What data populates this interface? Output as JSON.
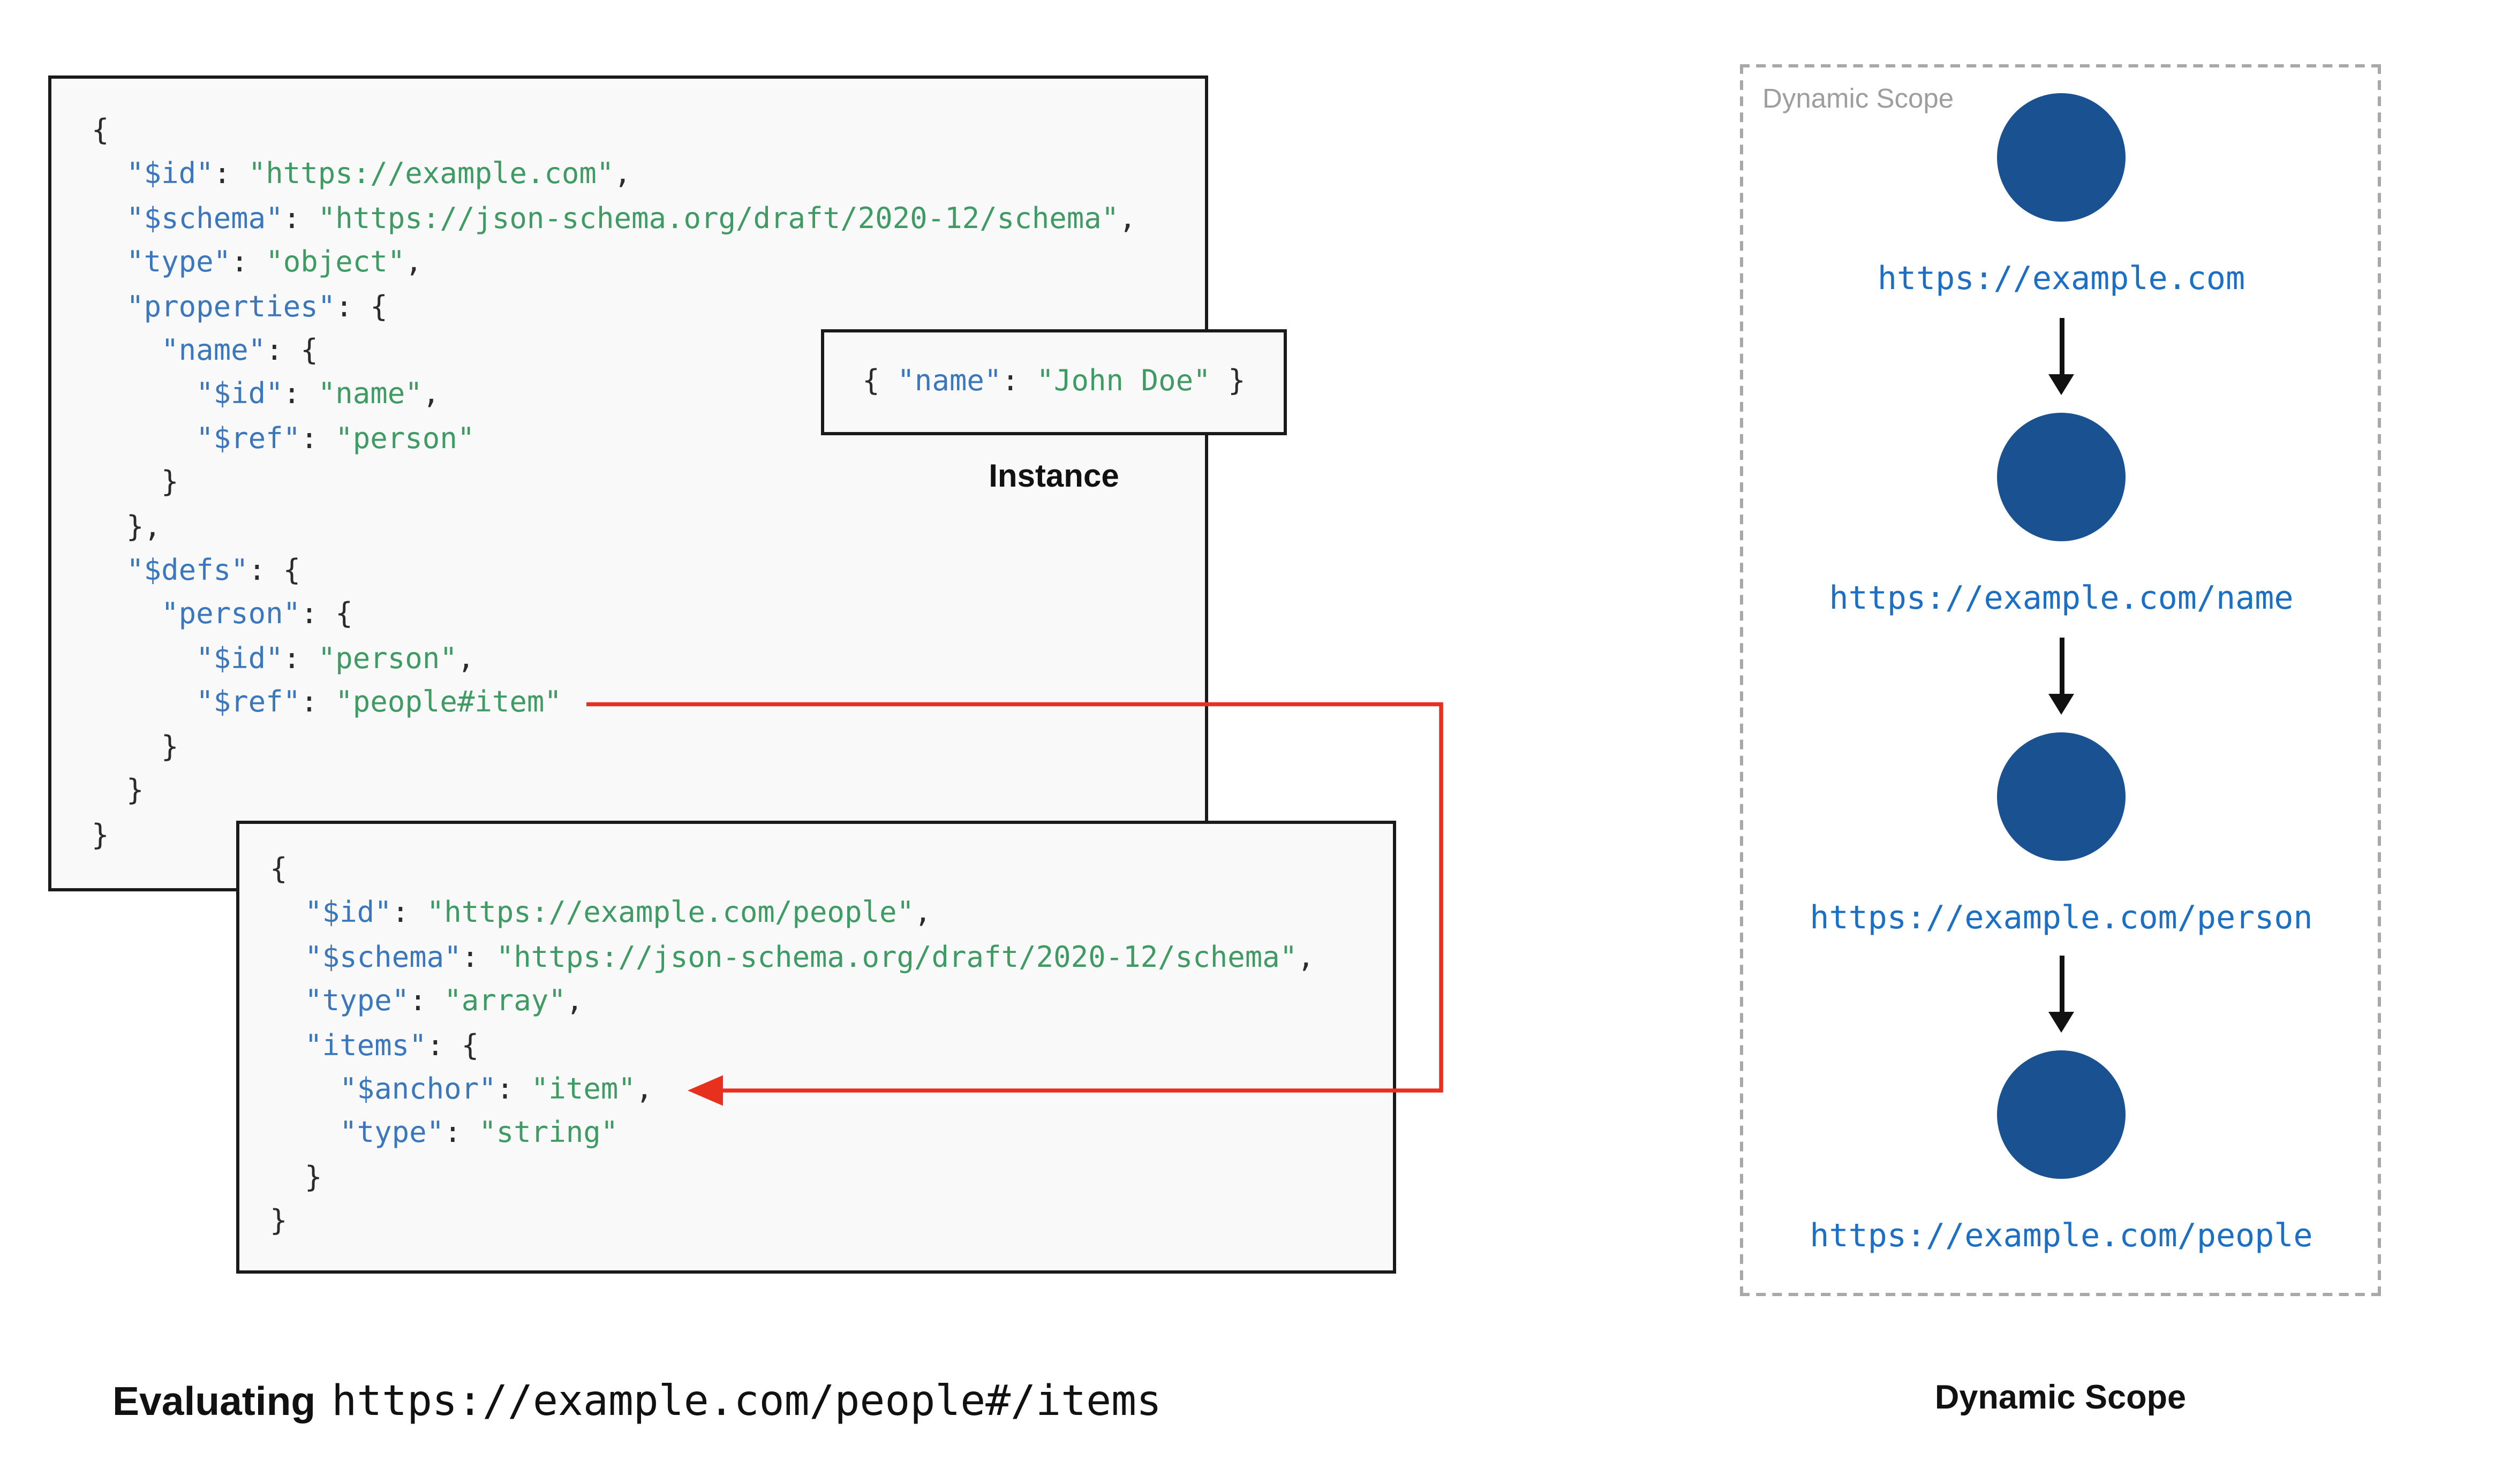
{
  "colors": {
    "key": "#3b77bd",
    "string": "#3f9b63",
    "plain": "#2b2b2b",
    "node_fill": "#1a5291",
    "node_label": "#1d6fc4",
    "ref_arrow": "#e8301f",
    "flow_arrow": "#111111",
    "box_border": "#1a1a1a",
    "box_bg": "#f9f9f9"
  },
  "root_schema": {
    "lines": [
      [
        [
          "p",
          "{"
        ]
      ],
      [
        [
          "p",
          "  "
        ],
        [
          "k",
          "\"$id\""
        ],
        [
          "p",
          ": "
        ],
        [
          "s",
          "\"https://example.com\""
        ],
        [
          "p",
          ","
        ]
      ],
      [
        [
          "p",
          "  "
        ],
        [
          "k",
          "\"$schema\""
        ],
        [
          "p",
          ": "
        ],
        [
          "s",
          "\"https://json-schema.org/draft/2020-12/schema\""
        ],
        [
          "p",
          ","
        ]
      ],
      [
        [
          "p",
          "  "
        ],
        [
          "k",
          "\"type\""
        ],
        [
          "p",
          ": "
        ],
        [
          "s",
          "\"object\""
        ],
        [
          "p",
          ","
        ]
      ],
      [
        [
          "p",
          "  "
        ],
        [
          "k",
          "\"properties\""
        ],
        [
          "p",
          ": {"
        ]
      ],
      [
        [
          "p",
          "    "
        ],
        [
          "k",
          "\"name\""
        ],
        [
          "p",
          ": {"
        ]
      ],
      [
        [
          "p",
          "      "
        ],
        [
          "k",
          "\"$id\""
        ],
        [
          "p",
          ": "
        ],
        [
          "s",
          "\"name\""
        ],
        [
          "p",
          ","
        ]
      ],
      [
        [
          "p",
          "      "
        ],
        [
          "k",
          "\"$ref\""
        ],
        [
          "p",
          ": "
        ],
        [
          "s",
          "\"person\""
        ]
      ],
      [
        [
          "p",
          "    }"
        ]
      ],
      [
        [
          "p",
          "  },"
        ]
      ],
      [
        [
          "p",
          "  "
        ],
        [
          "k",
          "\"$defs\""
        ],
        [
          "p",
          ": {"
        ]
      ],
      [
        [
          "p",
          "    "
        ],
        [
          "k",
          "\"person\""
        ],
        [
          "p",
          ": {"
        ]
      ],
      [
        [
          "p",
          "      "
        ],
        [
          "k",
          "\"$id\""
        ],
        [
          "p",
          ": "
        ],
        [
          "s",
          "\"person\""
        ],
        [
          "p",
          ","
        ]
      ],
      [
        [
          "p",
          "      "
        ],
        [
          "k",
          "\"$ref\""
        ],
        [
          "p",
          ": "
        ],
        [
          "s",
          "\"people#item\""
        ]
      ],
      [
        [
          "p",
          "    }"
        ]
      ],
      [
        [
          "p",
          "  }"
        ]
      ],
      [
        [
          "p",
          "}"
        ]
      ]
    ]
  },
  "instance": {
    "label": "Instance",
    "lines": [
      [
        [
          "p",
          "{ "
        ],
        [
          "k",
          "\"name\""
        ],
        [
          "p",
          ": "
        ],
        [
          "s",
          "\"John Doe\""
        ],
        [
          "p",
          " }"
        ]
      ]
    ]
  },
  "people_schema": {
    "lines": [
      [
        [
          "p",
          "{"
        ]
      ],
      [
        [
          "p",
          "  "
        ],
        [
          "k",
          "\"$id\""
        ],
        [
          "p",
          ": "
        ],
        [
          "s",
          "\"https://example.com/people\""
        ],
        [
          "p",
          ","
        ]
      ],
      [
        [
          "p",
          "  "
        ],
        [
          "k",
          "\"$schema\""
        ],
        [
          "p",
          ": "
        ],
        [
          "s",
          "\"https://json-schema.org/draft/2020-12/schema\""
        ],
        [
          "p",
          ","
        ]
      ],
      [
        [
          "p",
          "  "
        ],
        [
          "k",
          "\"type\""
        ],
        [
          "p",
          ": "
        ],
        [
          "s",
          "\"array\""
        ],
        [
          "p",
          ","
        ]
      ],
      [
        [
          "p",
          "  "
        ],
        [
          "k",
          "\"items\""
        ],
        [
          "p",
          ": {"
        ]
      ],
      [
        [
          "p",
          "    "
        ],
        [
          "k",
          "\"$anchor\""
        ],
        [
          "p",
          ": "
        ],
        [
          "s",
          "\"item\""
        ],
        [
          "p",
          ","
        ]
      ],
      [
        [
          "p",
          "    "
        ],
        [
          "k",
          "\"type\""
        ],
        [
          "p",
          ": "
        ],
        [
          "s",
          "\"string\""
        ]
      ],
      [
        [
          "p",
          "  }"
        ]
      ],
      [
        [
          "p",
          "}"
        ]
      ]
    ]
  },
  "evaluating": {
    "prefix": "Evaluating",
    "uri": "https://example.com/people#/items"
  },
  "dynamic_scope": {
    "inner_label": "Dynamic Scope",
    "title": "Dynamic Scope",
    "nodes": [
      {
        "label": "https://example.com"
      },
      {
        "label": "https://example.com/name"
      },
      {
        "label": "https://example.com/person"
      },
      {
        "label": "https://example.com/people"
      }
    ]
  }
}
